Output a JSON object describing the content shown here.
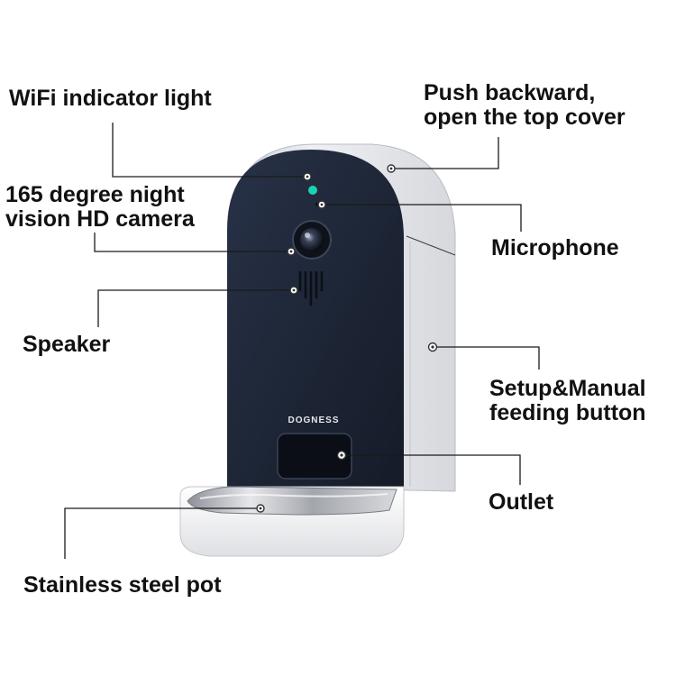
{
  "labels": {
    "wifi_light": "WiFi indicator light",
    "top_cover_line1": "Push backward,",
    "top_cover_line2": "open the top cover",
    "camera_line1": "165 degree night",
    "camera_line2": "vision HD camera",
    "microphone": "Microphone",
    "speaker": "Speaker",
    "button_line1": "Setup&Manual",
    "button_line2": "feeding button",
    "outlet": "Outlet",
    "pot": "Stainless steel pot"
  },
  "device": {
    "brand": "DOGNESS",
    "colors": {
      "front_panel": "#1e2637",
      "shell": "#e9eaee",
      "bowl": "#f3f3f5",
      "wifi_led": "#19d3b4"
    }
  }
}
